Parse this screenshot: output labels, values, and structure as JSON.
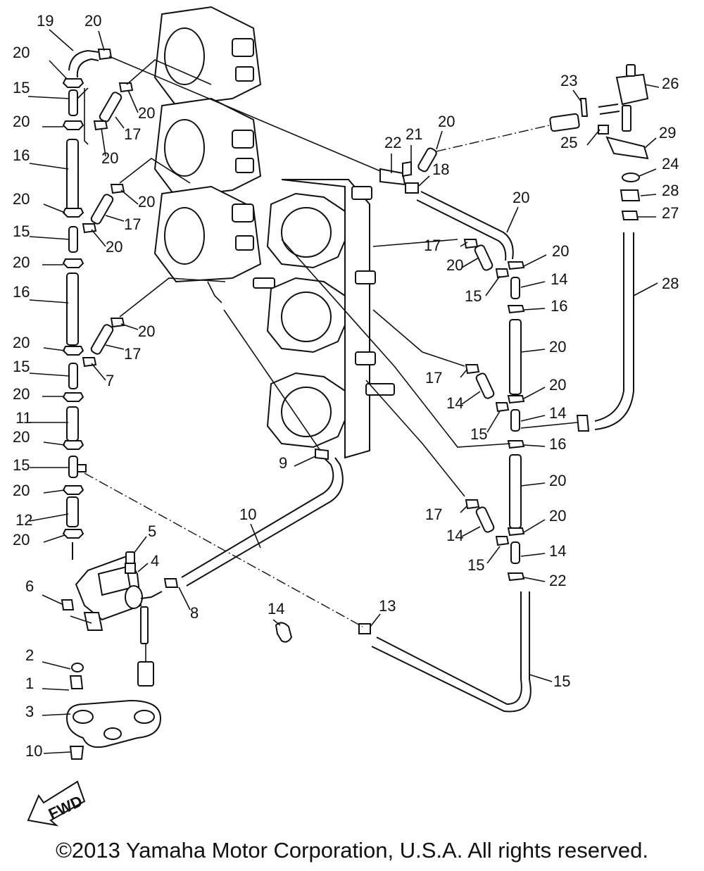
{
  "callouts": [
    "19",
    "20",
    "20",
    "15",
    "20",
    "16",
    "20",
    "15",
    "20",
    "16",
    "20",
    "15",
    "20",
    "11",
    "20",
    "15",
    "20",
    "12",
    "20",
    "17",
    "20",
    "20",
    "17",
    "20",
    "20",
    "17",
    "20",
    "7",
    "6",
    "5",
    "4",
    "2",
    "1",
    "3",
    "10",
    "9",
    "10",
    "8",
    "14",
    "13",
    "15",
    "22",
    "21",
    "20",
    "18",
    "20",
    "17",
    "20",
    "20",
    "15",
    "14",
    "16",
    "20",
    "17",
    "14",
    "20",
    "15",
    "14",
    "16",
    "20",
    "17",
    "14",
    "20",
    "15",
    "14",
    "22",
    "23",
    "26",
    "25",
    "29",
    "24",
    "28",
    "27",
    "28"
  ],
  "fwd_arrow_label": "FWD",
  "copyright": "©2013 Yamaha Motor Corporation, U.S.A. All rights reserved."
}
